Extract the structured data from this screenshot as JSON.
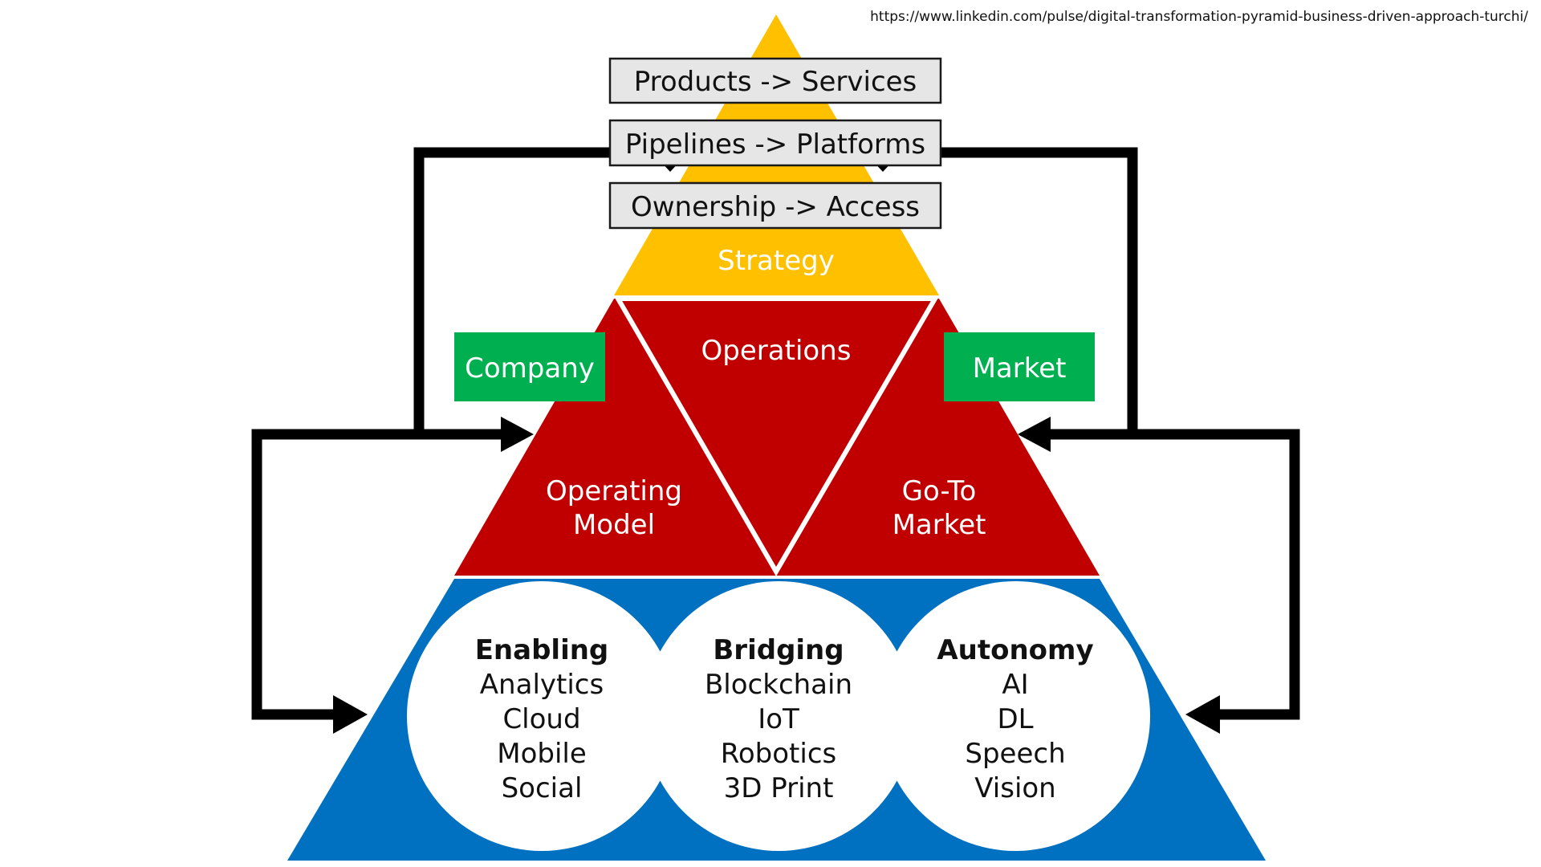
{
  "source_url": "https://www.linkedin.com/pulse/digital-transformation-pyramid-business-driven-approach-turchi/",
  "shifts": [
    "Products -> Services",
    "Pipelines -> Platforms",
    "Ownership -> Access"
  ],
  "strategy": {
    "label": "Strategy",
    "color": "#ffc000"
  },
  "operations": {
    "color": "#c00000",
    "top": "Operations",
    "left": [
      "Operating",
      "Model"
    ],
    "right": [
      "Go-To",
      "Market"
    ]
  },
  "side_labels": {
    "left": "Company",
    "right": "Market",
    "color": "#00b050"
  },
  "technology": {
    "color": "#0070c0",
    "groups": [
      {
        "title": "Enabling",
        "items": [
          "Analytics",
          "Cloud",
          "Mobile",
          "Social"
        ]
      },
      {
        "title": "Bridging",
        "items": [
          "Blockchain",
          "IoT",
          "Robotics",
          "3D Print"
        ]
      },
      {
        "title": "Autonomy",
        "items": [
          "AI",
          "DL",
          "Speech",
          "Vision"
        ]
      }
    ]
  }
}
